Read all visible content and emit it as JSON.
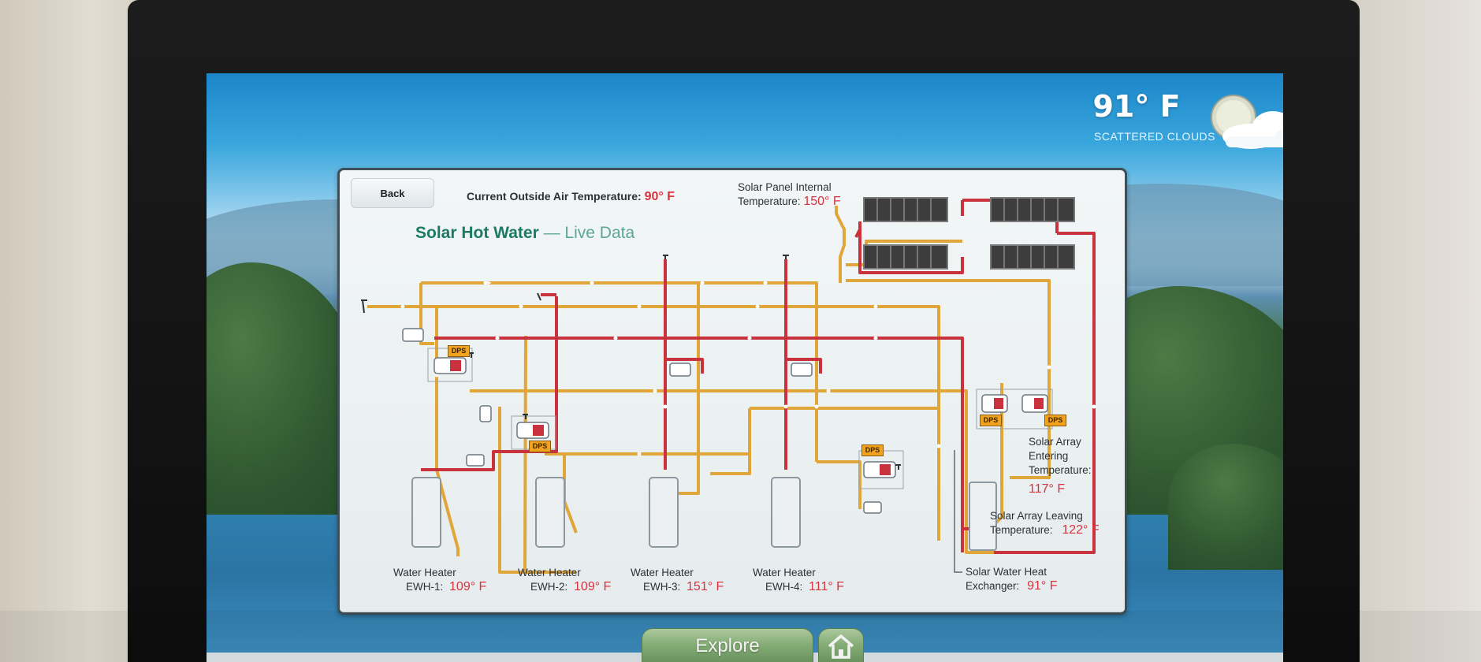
{
  "weather": {
    "temperature": "91° F",
    "condition": "SCATTERED CLOUDS",
    "icon": "partly-cloudy-icon"
  },
  "panel": {
    "back_label": "Back",
    "title_main": "Solar Hot Water",
    "title_suffix": "— Live Data",
    "outside_air": {
      "label": "Current Outside Air Temperature:",
      "value": "90° F"
    },
    "solar_panel": {
      "label_line1": "Solar Panel Internal",
      "label_line2": "Temperature:",
      "value": "150° F"
    },
    "array_entering": {
      "line1": "Solar Array",
      "line2": "Entering",
      "line3": "Temperature:",
      "value": "117° F"
    },
    "array_leaving": {
      "line1": "Solar Array Leaving",
      "line2": "Temperature:",
      "value": "122° F"
    },
    "heat_exchanger": {
      "line1": "Solar Water Heat",
      "line2": "Exchanger:",
      "value": "91° F"
    },
    "heaters": [
      {
        "line1": "Water Heater",
        "line2": "EWH-1:",
        "value": "109° F"
      },
      {
        "line1": "Water Heater",
        "line2": "EWH-2:",
        "value": "109° F"
      },
      {
        "line1": "Water Heater",
        "line2": "EWH-3:",
        "value": "151° F"
      },
      {
        "line1": "Water Heater",
        "line2": "EWH-4:",
        "value": "111° F"
      }
    ],
    "dps_label": "DPS"
  },
  "nav": {
    "explore_label": "Explore",
    "home_icon": "home-icon"
  },
  "colors": {
    "hot_pipe": "#c9333d",
    "warm_pipe": "#e0a63a",
    "value_red": "#d8323f",
    "title_green": "#1a7a66"
  }
}
